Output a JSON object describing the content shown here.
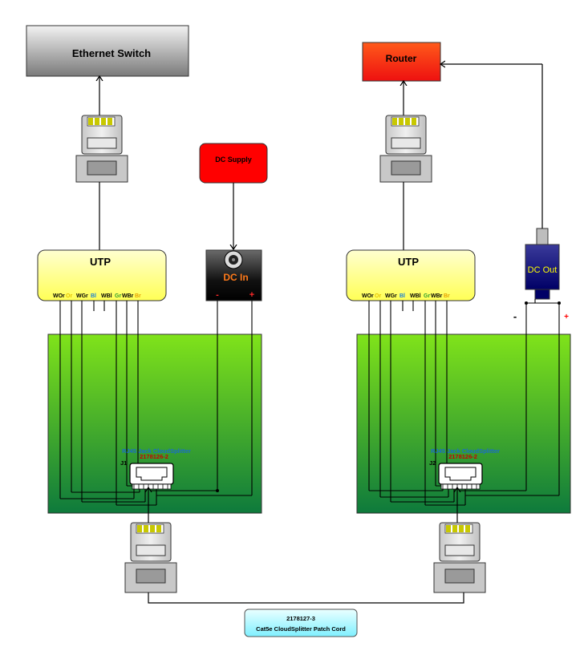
{
  "devices": {
    "switch": {
      "label": "Ethernet Switch"
    },
    "router": {
      "label": "Router"
    },
    "dc_supply": {
      "label": "DC Supply"
    },
    "dc_in": {
      "label": "DC In",
      "minus": "-",
      "plus": "+"
    },
    "dc_out": {
      "label": "DC Out",
      "minus": "-",
      "plus": "+"
    }
  },
  "utp": {
    "label": "UTP",
    "pins": [
      {
        "label": "WOr",
        "color": "#000000"
      },
      {
        "label": "Or",
        "color": "#e6c200"
      },
      {
        "label": "WGr",
        "color": "#000000"
      },
      {
        "label": "Bl",
        "color": "#1a7fd6"
      },
      {
        "label": "WBl",
        "color": "#000000"
      },
      {
        "label": "Gr",
        "color": "#2e9e2e"
      },
      {
        "label": "WBr",
        "color": "#000000"
      },
      {
        "label": "Br",
        "color": "#e6a000"
      }
    ]
  },
  "boards": [
    {
      "jack_name": "RJ45 Jack CloudSplitter",
      "part": "2178126-2",
      "ref": "J1"
    },
    {
      "jack_name": "RJ45 Jack CloudSplitter",
      "part": "2178126-2",
      "ref": "J2"
    }
  ],
  "patch_cord": {
    "part": "2178127-3",
    "name": "Cat5e CloudSplitter Patch Cord"
  },
  "colors": {
    "board_top": "#7fe21a",
    "board_bottom": "#107a3a",
    "utp_fill": "#ffff66",
    "dc_supply": "#ff0000",
    "router_top": "#ff4a1a",
    "plug_contact": "#c8c800"
  }
}
